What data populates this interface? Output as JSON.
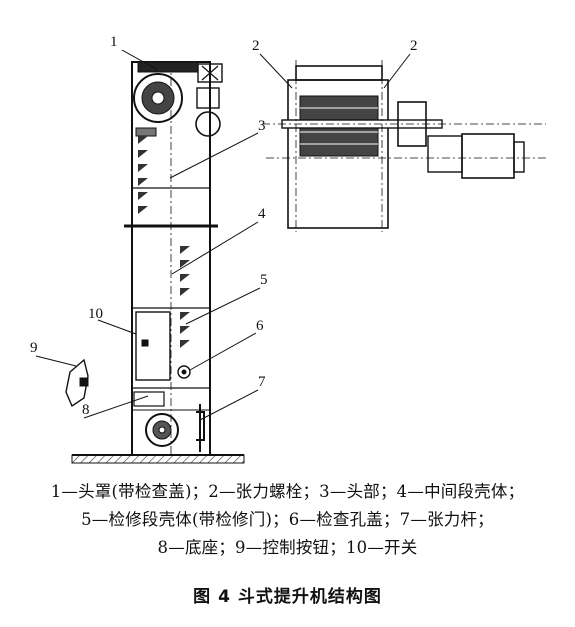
{
  "callouts": [
    "1",
    "2",
    "2",
    "3",
    "4",
    "5",
    "6",
    "7",
    "8",
    "9",
    "10"
  ],
  "legend": [
    "1—头罩(带检查盖)；2—张力螺栓；3—头部；4—中间段壳体；",
    "5—检修段壳体(带检修门)；6—检查孔盖；7—张力杆；",
    "8—底座；9—控制按钮；10—开关"
  ],
  "caption": "图 4    斗式提升机结构图"
}
